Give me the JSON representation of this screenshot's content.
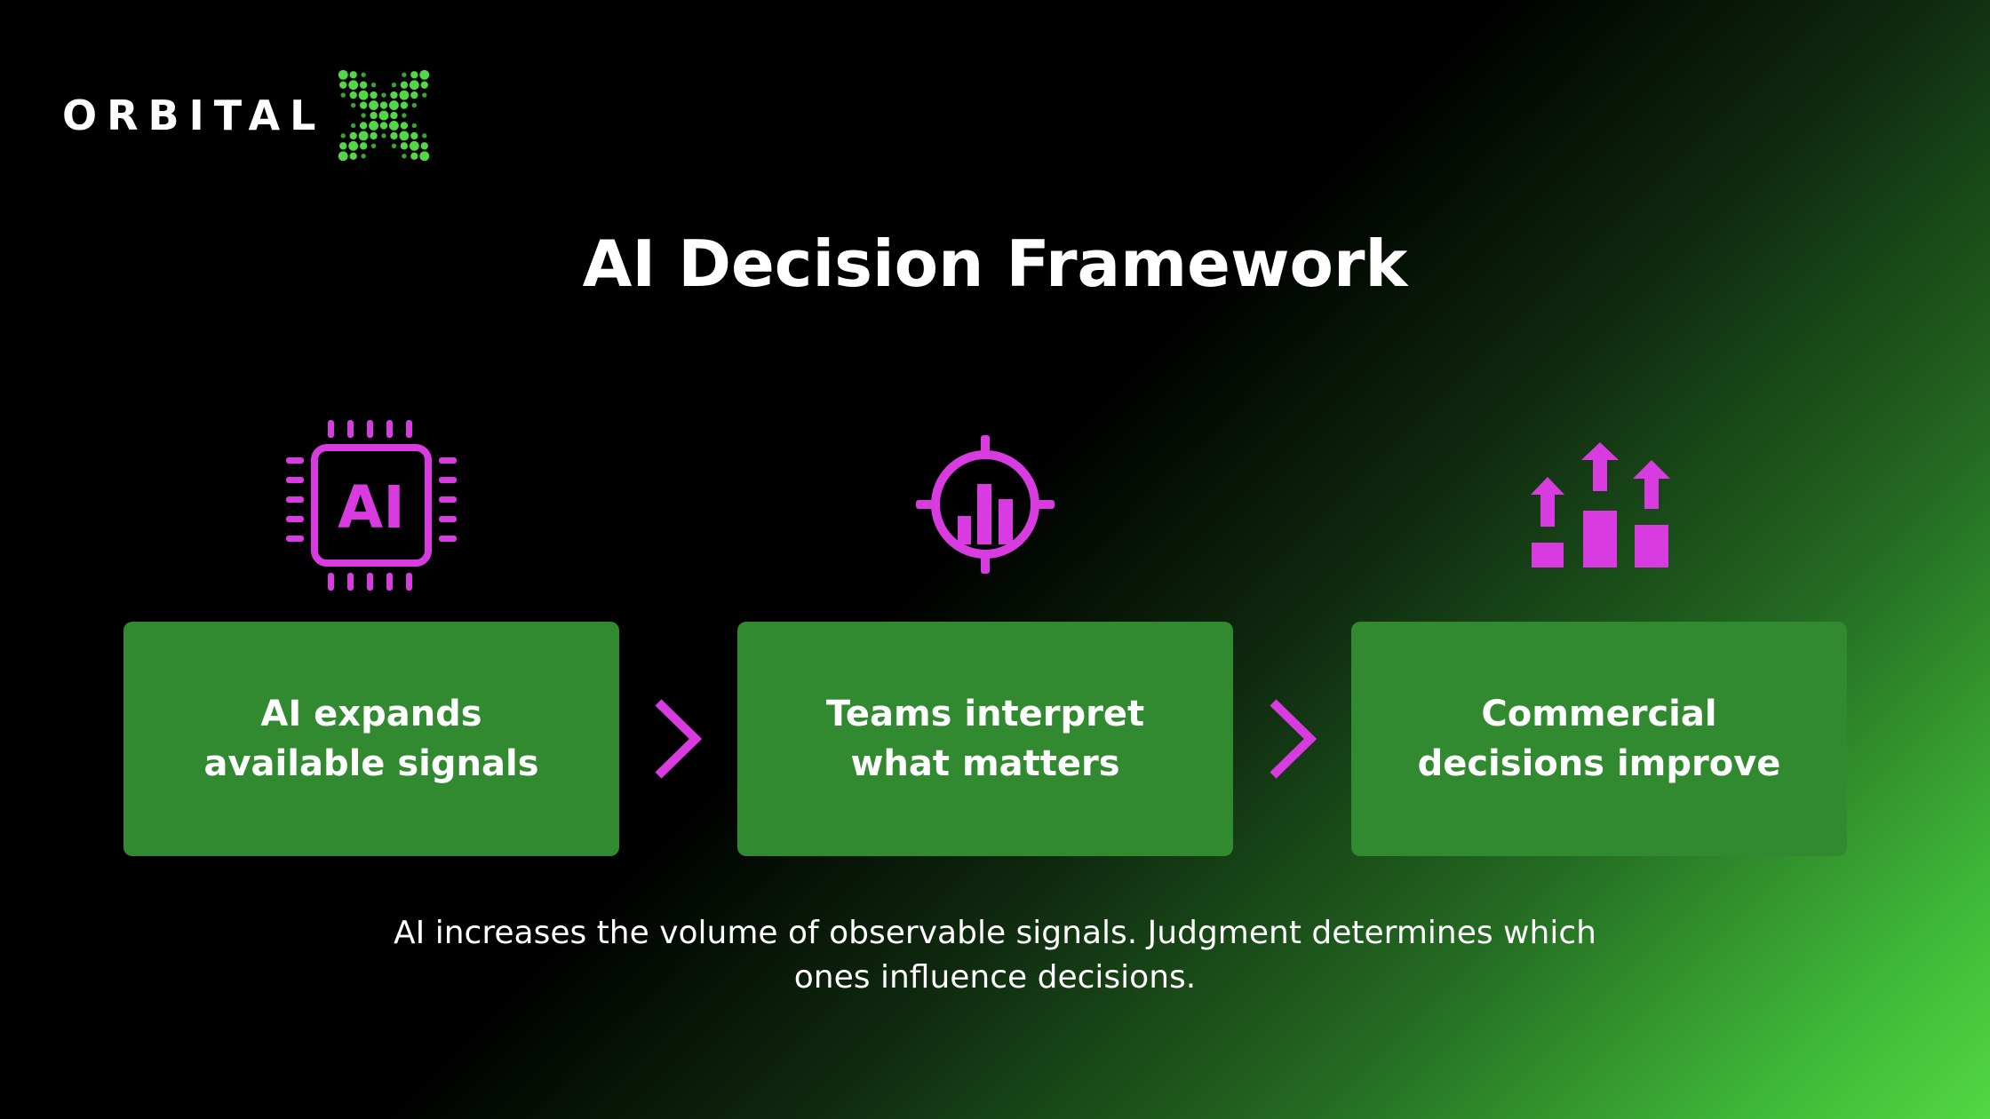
{
  "brand": {
    "name": "ORBITAL",
    "logo_icon": "dotted-x-logo-icon",
    "logo_color": "#52d845"
  },
  "title": "AI Decision Framework",
  "colors": {
    "accent": "#d83be0",
    "card": "#318930",
    "text": "#ffffff"
  },
  "steps": [
    {
      "label": "AI expands available signals",
      "icon": "ai-chip-icon",
      "icon_text": "AI"
    },
    {
      "label": "Teams interpret what matters",
      "icon": "target-chart-icon"
    },
    {
      "label": "Commercial decisions improve",
      "icon": "growth-arrows-icon"
    }
  ],
  "connectors": [
    "chevron-right-icon",
    "chevron-right-icon"
  ],
  "caption": "AI increases the volume of observable signals. Judgment determines which ones influence decisions."
}
